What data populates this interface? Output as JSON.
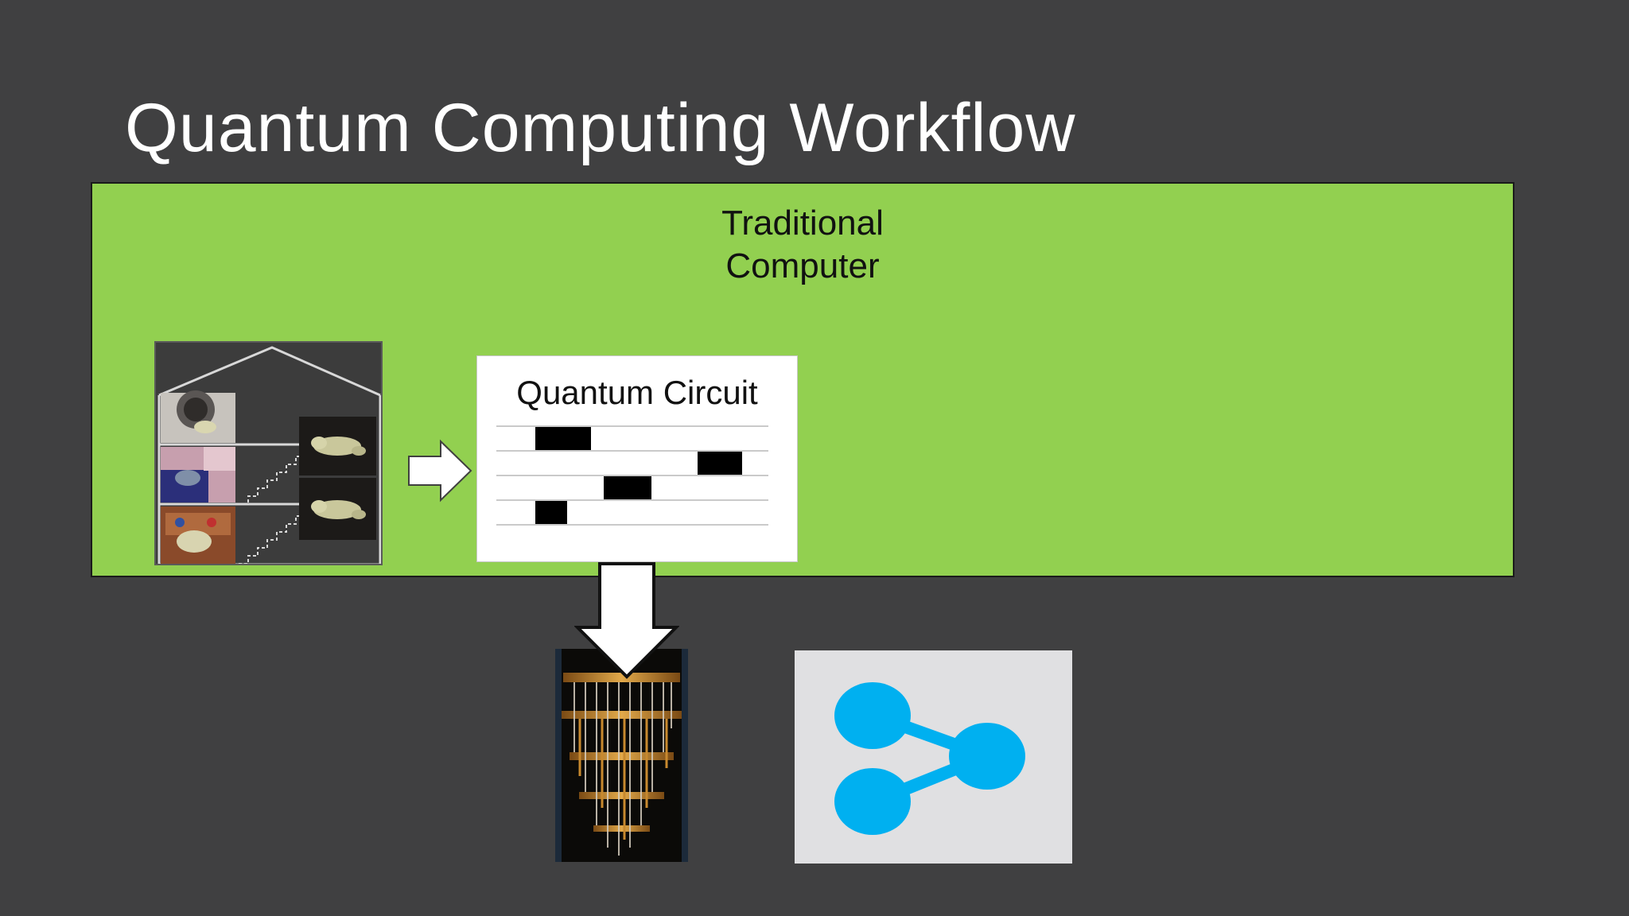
{
  "slide": {
    "title": "Quantum Computing Workflow"
  },
  "traditional_computer": {
    "label": "Traditional\nComputer",
    "color": "#92d050"
  },
  "quantum_circuit": {
    "title": "Quantum Circuit",
    "wire_count": 5,
    "gates": [
      {
        "wire": 0,
        "column": 1
      },
      {
        "wire": 1,
        "column": 4
      },
      {
        "wire": 2,
        "column": 3
      },
      {
        "wire": 3,
        "column": 1
      }
    ]
  },
  "icons": {
    "house": "house-with-rooms-icon",
    "right_arrow": "arrow-right-icon",
    "down_arrow": "arrow-down-icon",
    "quantum_computer": "quantum-computer-photo",
    "share": "share-icon"
  },
  "colors": {
    "background": "#404041",
    "share_icon": "#00b0f0",
    "share_panel": "#e0e0e2"
  }
}
